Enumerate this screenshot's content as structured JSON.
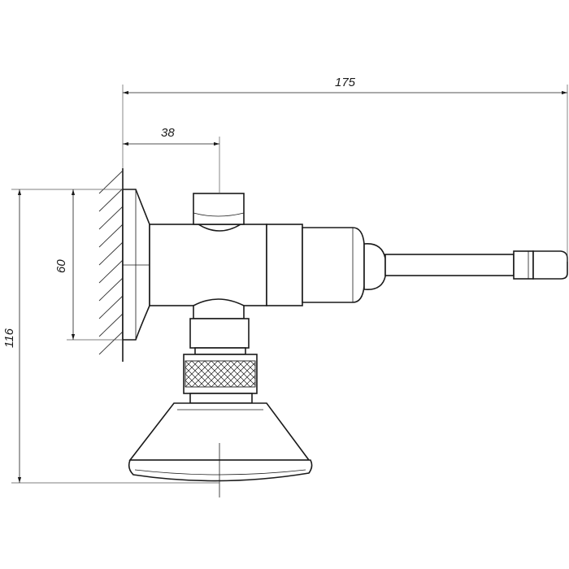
{
  "drawing": {
    "colors": {
      "line": "#1a1a1a",
      "background": "#ffffff"
    },
    "dimensions": {
      "overall_length": "175",
      "handle_offset": "38",
      "flange_height": "60",
      "overall_height": "116"
    }
  }
}
